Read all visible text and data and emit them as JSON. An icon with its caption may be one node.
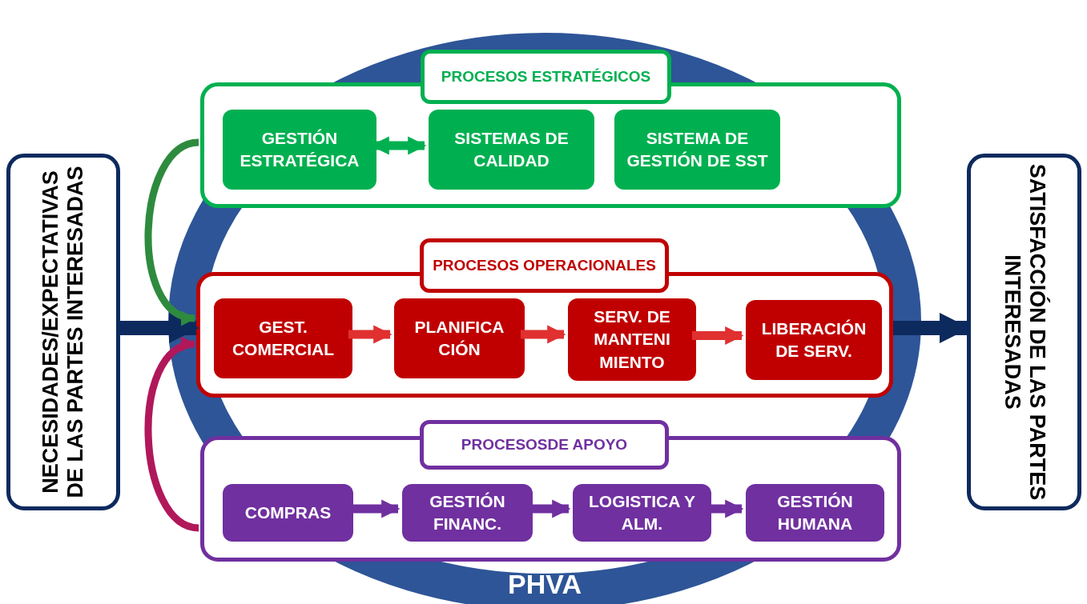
{
  "diagram": {
    "nodes": [
      {
        "text": [
          "NECESIDADES/EXPECTATIVAS DE LAS PARTES INTERESADAS"
        ]
      },
      {
        "text": [
          "PROCESOS ESTRATÉGICOS"
        ]
      },
      {
        "text": [
          "GESTIÓN ESTRATÉGICA"
        ],
        "in": 1
      },
      {
        "text": [
          "SISTEMAS DE CALIDAD"
        ],
        "in": 1
      },
      {
        "text": [
          "SISTEMA DE GESTIÓN DE SST"
        ],
        "in": 1
      },
      {
        "text": [
          "PROCESOS OPERACIONALES"
        ]
      },
      {
        "text": [
          "GEST. COMERCIAL"
        ],
        "in": 5
      },
      {
        "text": [
          "PLANIFICA CIÓN"
        ],
        "in": 5
      },
      {
        "text": [
          "SERV. DE MANTENI MIENTO"
        ],
        "in": 5
      },
      {
        "text": [
          "LIBERACIÓN DE SERV."
        ],
        "in": 5
      },
      {
        "text": [
          "PROCESOSDE APOYO"
        ]
      },
      {
        "text": [
          "COMPRAS"
        ],
        "in": 10
      },
      {
        "text": [
          "GESTIÓN FINANC."
        ],
        "in": 10
      },
      {
        "text": [
          "LOGISTICA Y ALM."
        ],
        "in": 10
      },
      {
        "text": [
          "GESTIÓN HUMANA"
        ],
        "in": 10
      },
      {
        "text": [
          "SATISFACCIÓN DE LAS PARTES INTERESADAS"
        ]
      }
    ],
    "edges": [
      {
        "from": 0,
        "to": 5,
        "arrow": "to",
        "color": "#0d2a5e"
      },
      {
        "from": 5,
        "to": 15,
        "arrow": "to",
        "color": "#0d2a5e"
      },
      {
        "from": 2,
        "to": 3,
        "arrow": "both",
        "color": "#00b050"
      },
      {
        "from": 6,
        "to": 7,
        "arrow": "to",
        "color": "#e03030"
      },
      {
        "from": 7,
        "to": 8,
        "arrow": "to",
        "color": "#e03030"
      },
      {
        "from": 8,
        "to": 9,
        "arrow": "to",
        "color": "#e03030"
      },
      {
        "from": 11,
        "to": 12,
        "arrow": "to",
        "color": "#7030a0"
      },
      {
        "from": 12,
        "to": 13,
        "arrow": "to",
        "color": "#7030a0"
      },
      {
        "from": 13,
        "to": 14,
        "arrow": "to",
        "color": "#7030a0"
      },
      {
        "from": 1,
        "to": 5,
        "arrow": "to",
        "color": "#2e8b3e"
      },
      {
        "from": 10,
        "to": 5,
        "arrow": "to",
        "color": "#b0185a"
      }
    ],
    "labels": [
      "PHVA"
    ]
  }
}
